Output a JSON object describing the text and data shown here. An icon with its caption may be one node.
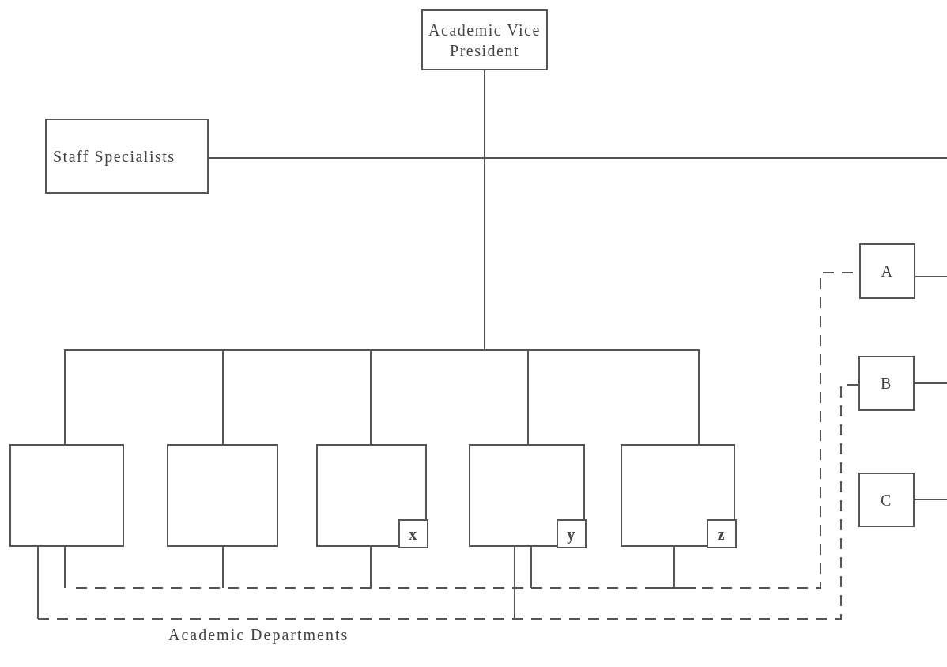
{
  "diagram": {
    "nodes": [
      {
        "text": [
          "Academic Vice President"
        ]
      },
      {
        "text": [
          "Staff Specialists"
        ]
      },
      {
        "text": [],
        "shape": "box"
      },
      {
        "text": [],
        "shape": "box"
      },
      {
        "text": [],
        "shape": "box"
      },
      {
        "text": [],
        "shape": "box"
      },
      {
        "text": [],
        "shape": "box"
      },
      {
        "text": [
          "x"
        ],
        "in": 4
      },
      {
        "text": [
          "y"
        ],
        "in": 5
      },
      {
        "text": [
          "z"
        ],
        "in": 6
      },
      {
        "text": [
          "A"
        ]
      },
      {
        "text": [
          "B"
        ]
      },
      {
        "text": [
          "C"
        ]
      }
    ],
    "edges": [
      {
        "from": 0,
        "to": 1,
        "arrow": "none"
      },
      {
        "from": 0,
        "to": null,
        "arrow": "none"
      },
      {
        "from": 0,
        "to": 2,
        "arrow": "none"
      },
      {
        "from": 0,
        "to": 3,
        "arrow": "none"
      },
      {
        "from": 0,
        "to": 4,
        "arrow": "none"
      },
      {
        "from": 0,
        "to": 5,
        "arrow": "none"
      },
      {
        "from": 0,
        "to": 6,
        "arrow": "none"
      },
      {
        "from": 10,
        "to": null,
        "arrow": "none"
      },
      {
        "from": 11,
        "to": null,
        "arrow": "none"
      },
      {
        "from": 12,
        "to": null,
        "arrow": "none"
      },
      {
        "from": 2,
        "to": 10,
        "arrow": "none",
        "style": "dashed"
      },
      {
        "from": 3,
        "to": 10,
        "arrow": "none",
        "style": "dashed"
      },
      {
        "from": 4,
        "to": 10,
        "arrow": "none",
        "style": "dashed"
      },
      {
        "from": 5,
        "to": 10,
        "arrow": "none",
        "style": "dashed"
      },
      {
        "from": 6,
        "to": 10,
        "arrow": "none",
        "style": "dashed"
      },
      {
        "from": 2,
        "to": 11,
        "arrow": "none",
        "style": "dashed"
      },
      {
        "from": 5,
        "to": 11,
        "arrow": "none",
        "style": "dashed"
      }
    ],
    "labels": [
      "Academic Departments"
    ]
  }
}
